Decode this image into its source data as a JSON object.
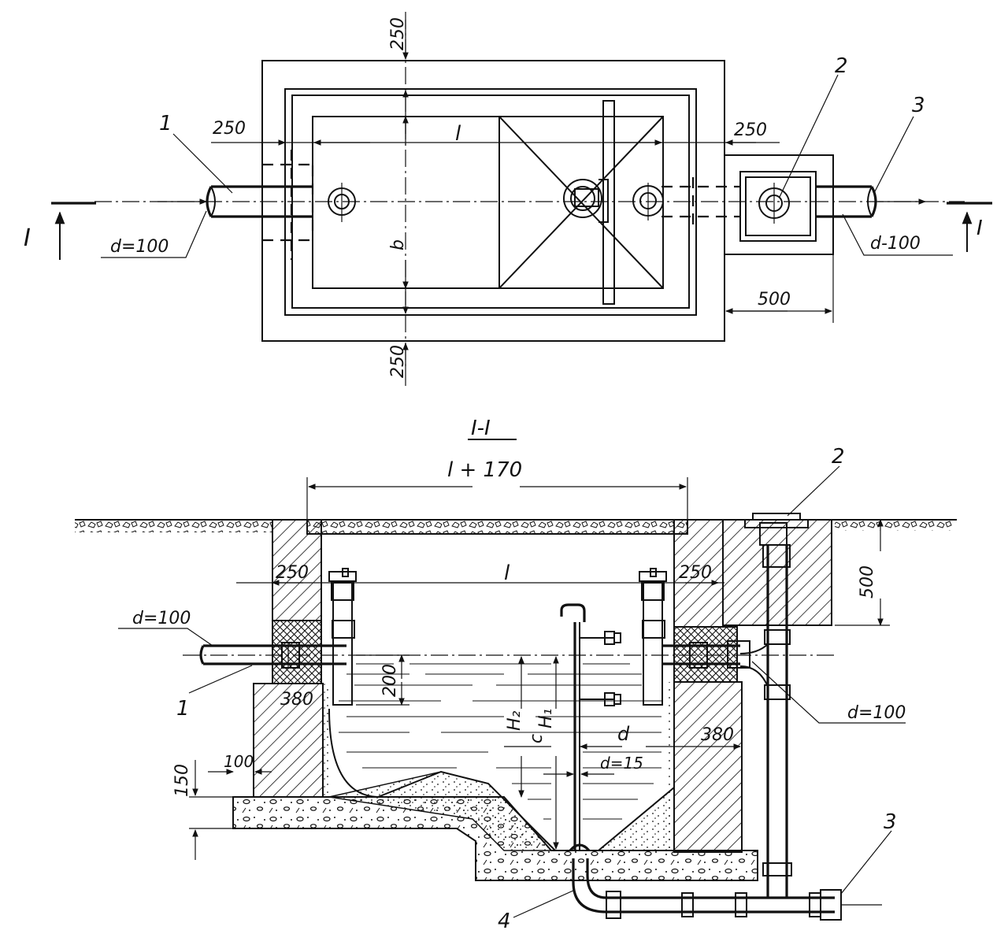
{
  "plan": {
    "dim_top": "250",
    "dim_bottom": "250",
    "dim_left": "250",
    "dim_right": "250",
    "dim_l": "l",
    "dim_b": "b",
    "dim_500": "500",
    "pipe_in_d": "d=100",
    "pipe_out_d": "d-100",
    "callout_1": "1",
    "callout_2": "2",
    "callout_3": "3",
    "section_mark_left": "I",
    "section_mark_right": "I"
  },
  "section": {
    "title": "I-I",
    "dim_l170": "l + 170",
    "dim_l": "l",
    "dim_250_left": "250",
    "dim_250_right": "250",
    "dim_500": "500",
    "pipe_in_d": "d=100",
    "pipe_out_d": "d=100",
    "dim_200": "200",
    "dim_380_left": "380",
    "dim_380_right": "380",
    "dim_150": "150",
    "dim_100": "100",
    "label_H2": "H₂",
    "label_H1": "H₁",
    "label_c": "c",
    "label_d": "d",
    "label_d15": "d=15",
    "callout_1": "1",
    "callout_2": "2",
    "callout_3": "3",
    "callout_4": "4"
  }
}
